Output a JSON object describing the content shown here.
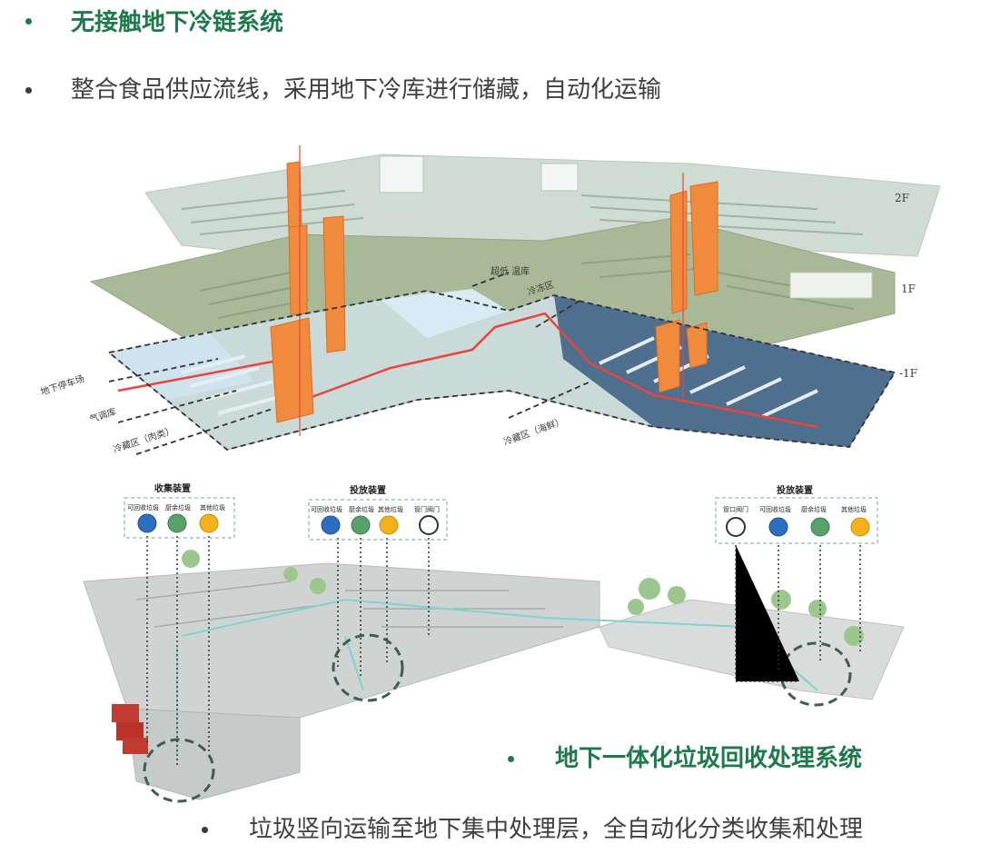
{
  "title_cold_chain": "无接触地下冷链系统",
  "desc_cold_chain": "整合食品供应流线，采用地下冷库进行储藏，自动化运输",
  "title_waste": "地下一体化垃圾回收处理系统",
  "desc_waste": "垃圾竖向运输至地下集中处理层，全自动化分类收集和处理",
  "floors": {
    "f2": "2F",
    "f1": "1F",
    "fb1": "-1F"
  },
  "cold_chain_labels": {
    "parking": "地下停车场",
    "gas_store": "气调库",
    "frozen_meat": "冷藏区（肉类）",
    "supermarket": "超低\n温库",
    "cold_zone": "冷冻区",
    "frozen_seafood": "冷藏区（海鲜）"
  },
  "waste_groups": {
    "collect": {
      "title": "收集装置",
      "items": [
        "可回收垃圾",
        "厨余垃圾",
        "其他垃圾"
      ]
    },
    "dispose": {
      "title": "投放装置",
      "items": [
        "可回收垃圾",
        "厨余垃圾",
        "其他垃圾",
        "管门阀门"
      ]
    },
    "deliver": {
      "title": "投放装置",
      "items": [
        "管口阀门",
        "可回收垃圾",
        "厨余垃圾",
        "其他垃圾"
      ]
    }
  },
  "colors": {
    "accent_green": "#1d7a4a",
    "bullet_green": "#1d7a4a",
    "orange": "#f08a3c",
    "red_line": "#e8453c"
  }
}
